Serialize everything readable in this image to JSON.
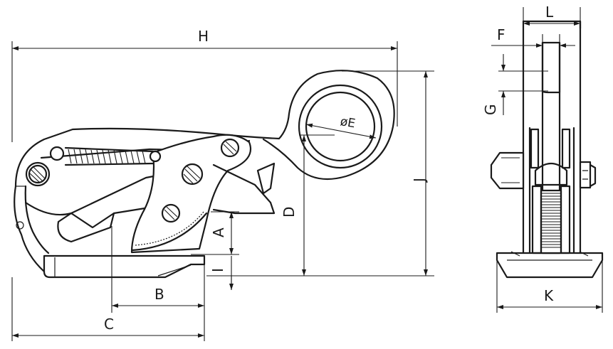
{
  "dimensions": {
    "H": "H",
    "L": "L",
    "F": "F",
    "G": "G",
    "E": "øE",
    "J": "J",
    "D": "D",
    "A": "A",
    "I": "I",
    "B": "B",
    "C": "C",
    "K": "K"
  }
}
